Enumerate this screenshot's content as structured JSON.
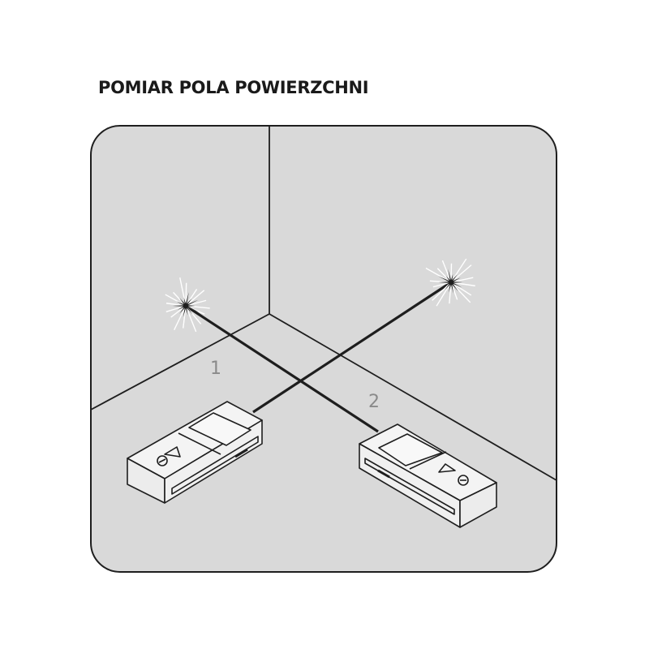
{
  "title": "POMIAR POLA POWIERZCHNI",
  "labels": {
    "measurement_1": "1",
    "measurement_2": "2"
  },
  "colors": {
    "panel": "#d9d9d9",
    "stroke": "#1e1e1e",
    "device": "#f2f2f2",
    "label": "#8a8a8a"
  },
  "icons": [
    "laser-point-icon",
    "laser-distance-meter-icon"
  ]
}
